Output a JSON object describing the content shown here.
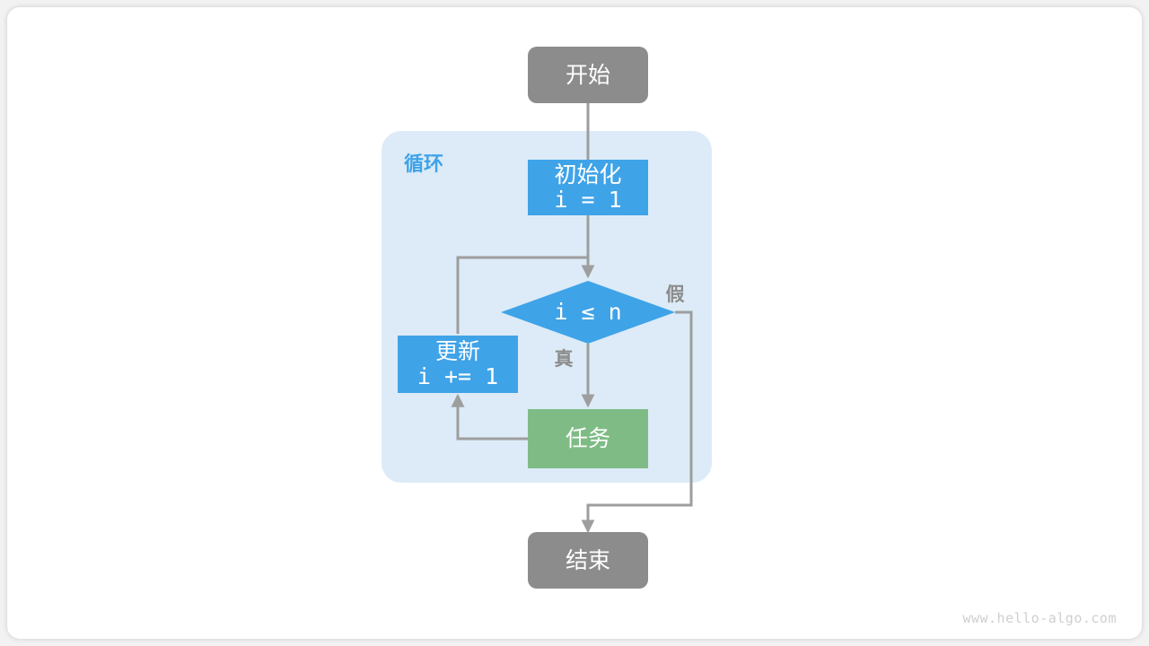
{
  "diagram": {
    "title_watermark": "www.hello-algo.com",
    "colors": {
      "start_end_fill": "#8C8C8C",
      "process_fill": "#3FA3E8",
      "decision_fill": "#3FA3E8",
      "task_fill": "#7FBC85",
      "loop_container_fill": "#DCEBF7",
      "edge_stroke": "#9e9e9e",
      "loop_label_color": "#3FA3E8",
      "branch_label_color": "#8C8C8C",
      "node_text_color": "#FFFFFF",
      "watermark_color": "#CFCFCF",
      "card_background": "#FFFFFF",
      "page_background": "#F2F2F2"
    },
    "nodes": {
      "start": {
        "label": "开始",
        "shape": "rounded-rect"
      },
      "init": {
        "line1": "初始化",
        "line2": "i = 1",
        "shape": "rect"
      },
      "decision": {
        "label": "i ≤ n",
        "shape": "diamond"
      },
      "update": {
        "line1": "更新",
        "line2": "i += 1",
        "shape": "rect"
      },
      "task": {
        "label": "任务",
        "shape": "rect"
      },
      "end": {
        "label": "结束",
        "shape": "rounded-rect"
      }
    },
    "container": {
      "loop_label": "循环"
    },
    "edge_labels": {
      "true_branch": "真",
      "false_branch": "假"
    }
  }
}
